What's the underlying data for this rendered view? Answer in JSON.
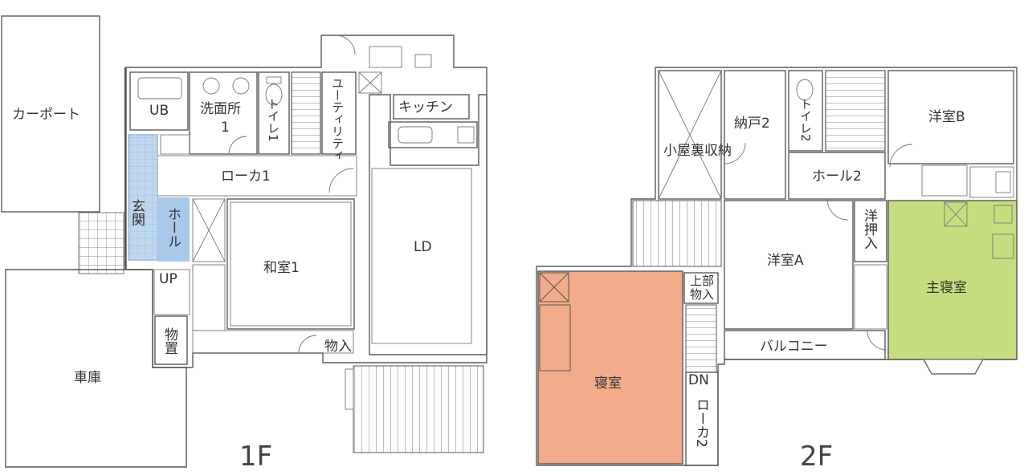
{
  "colors": {
    "entrance": "#a9c9ea",
    "bedroom": "#f2ab8b",
    "master": "#c5dd7e"
  },
  "floor1": {
    "label": "1F",
    "rooms": {
      "carport": "カーポート",
      "ub": "UB",
      "washroom_line1": "洗面所",
      "washroom_line2": "1",
      "toilet1": "トイレ1",
      "utility": "ユーティリティ",
      "kitchen": "キッチン",
      "corridor1": "ローカ1",
      "genkan": "玄関",
      "hall": "ホール",
      "washitsu": "和室1",
      "ld": "LD",
      "up": "UP",
      "storage": "物置",
      "closet": "物入",
      "garage": "車庫"
    }
  },
  "floor2": {
    "label": "2F",
    "rooms": {
      "attic": "小屋裏収納",
      "nando": "納戸2",
      "toilet2": "トイレ2",
      "hall2": "ホール2",
      "western_b": "洋室B",
      "western_closet": "洋押入",
      "western_a": "洋室A",
      "master": "主寝室",
      "upper_closet_line1": "上部",
      "upper_closet_line2": "物入",
      "balcony": "バルコニー",
      "bedroom": "寝室",
      "dn": "DN",
      "corridor2": "ローカ2"
    }
  }
}
